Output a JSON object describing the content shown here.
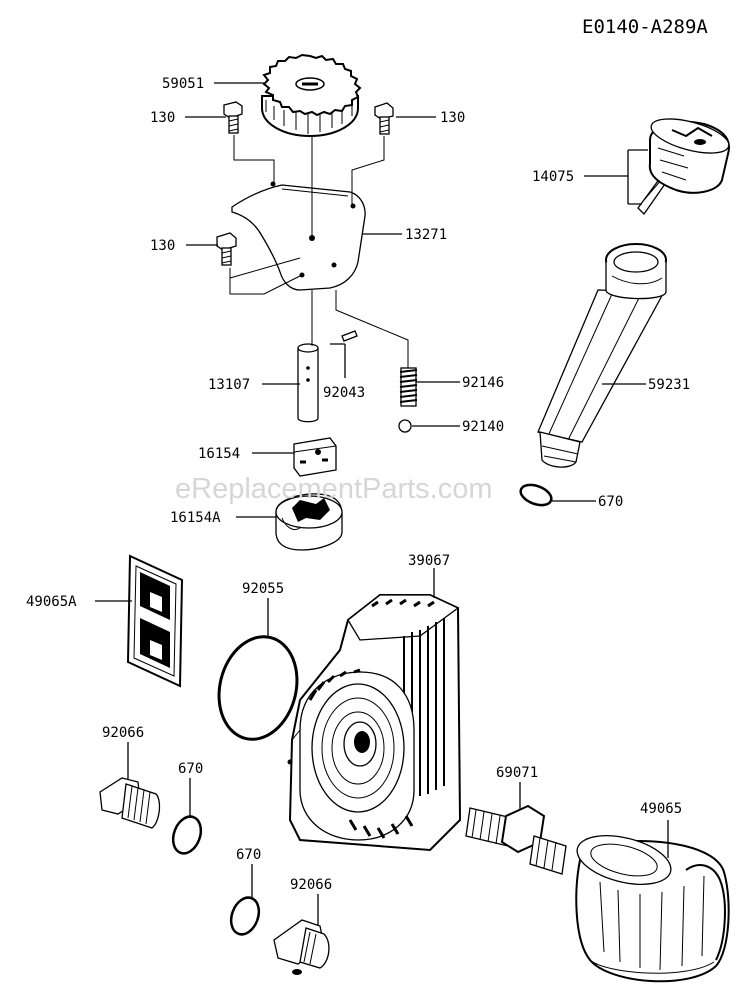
{
  "diagram_code": "E0140-A289A",
  "watermark": "eReplacementParts.com",
  "part_labels": {
    "p59051": "59051",
    "p130a": "130",
    "p130b": "130",
    "p130c": "130",
    "p13271": "13271",
    "p14075": "14075",
    "p59231": "59231",
    "p13107": "13107",
    "p92043": "92043",
    "p92146": "92146",
    "p92140": "92140",
    "p16154": "16154",
    "p16154A": "16154A",
    "p670a": "670",
    "p39067": "39067",
    "p49065A": "49065A",
    "p92055": "92055",
    "p92066a": "92066",
    "p670b": "670",
    "p69071": "69071",
    "p49065": "49065",
    "p670c": "670",
    "p92066b": "92066"
  }
}
